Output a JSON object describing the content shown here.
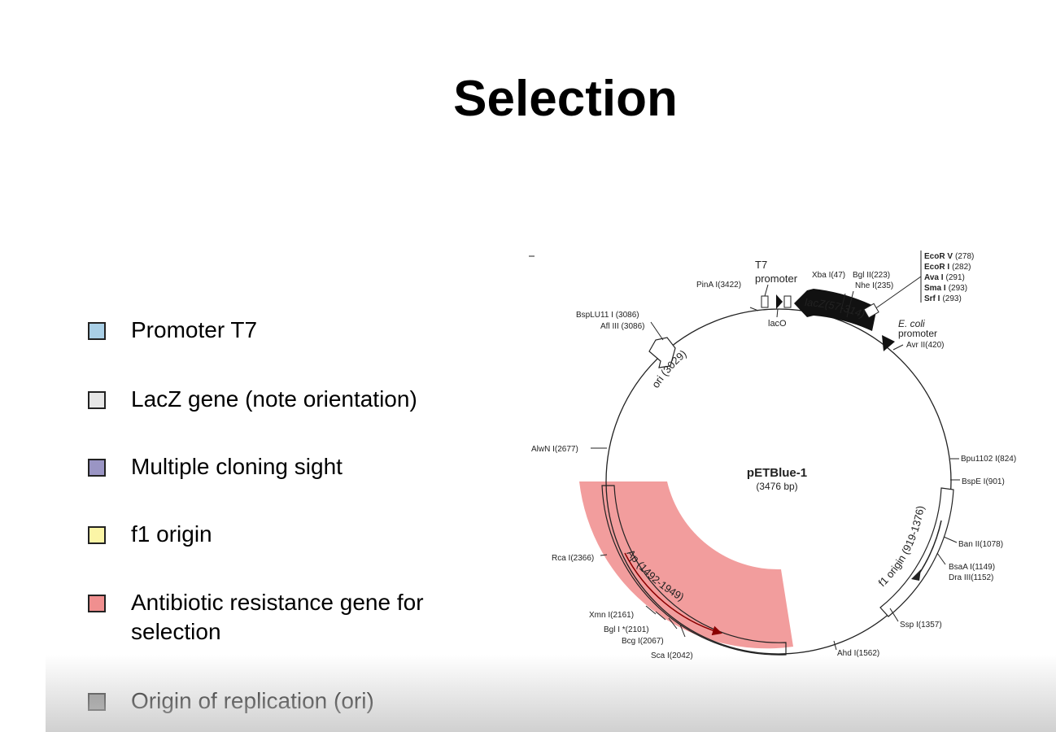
{
  "slide": {
    "title": "Selection"
  },
  "legend": [
    {
      "label": "Promoter T7",
      "color": "#a9cfe6"
    },
    {
      "label": "LacZ gene (note orientation)",
      "color": "#e6e6e6"
    },
    {
      "label": "Multiple cloning sight",
      "color": "#9a95c4"
    },
    {
      "label": "f1 origin",
      "color": "#fbf5a6"
    },
    {
      "label": "Antibiotic resistance gene for selection",
      "color": "#f08f8f"
    },
    {
      "label": "Origin of replication (ori)",
      "color": "#8a8a8a"
    }
  ],
  "plasmid": {
    "name": "pETBlue-1",
    "size": "(3476 bp)",
    "highlight_color": "#f08c8c",
    "features": {
      "t7_promoter_line1": "T7",
      "t7_promoter_line2": "promoter",
      "laco": "lacO",
      "lacz": "lacZ(57-314)",
      "ecoli_promoter_line1": "E. coli",
      "ecoli_promoter_line2": "promoter",
      "ori": "ori (3029)",
      "f1_origin": "f1 origin (919-1376)",
      "ap": "Ap (1492-1949)"
    },
    "mcs_sites": [
      {
        "name": "EcoR V",
        "pos": "(278)"
      },
      {
        "name": "EcoR I",
        "pos": "(282)"
      },
      {
        "name": "Ava I",
        "pos": "(291)"
      },
      {
        "name": "Sma I",
        "pos": "(293)"
      },
      {
        "name": "Srf I",
        "pos": "(293)"
      }
    ],
    "sites": {
      "pina": "PinA I(3422)",
      "xbai": "Xba I(47)",
      "bglii": "Bgl II(223)",
      "nhei": "Nhe I(235)",
      "avrii": "Avr II(420)",
      "bsplu11i": "BspLU11 I (3086)",
      "aflIII": "Afl III (3086)",
      "alwni": "AlwN I(2677)",
      "bpu1102i": "Bpu1102 I(824)",
      "bspei": "BspE I(901)",
      "banii": "Ban II(1078)",
      "bsaai": "BsaA I(1149)",
      "draiii": "Dra III(1152)",
      "sspi": "Ssp I(1357)",
      "ahdi": "Ahd I(1562)",
      "rcai": "Rca I(2366)",
      "xmni": "Xmn I(2161)",
      "bgli": "Bgl I *(2101)",
      "bcgi": "Bcg I(2067)",
      "scai": "Sca I(2042)"
    }
  }
}
